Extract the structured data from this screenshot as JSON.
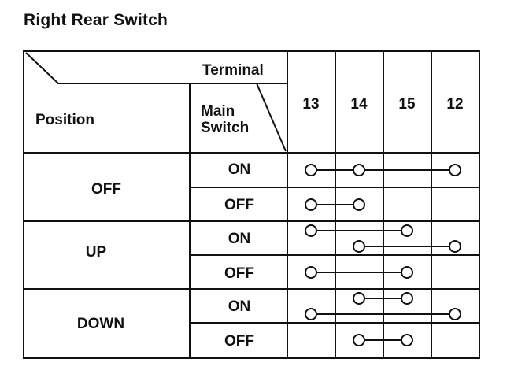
{
  "title": "Right Rear Switch",
  "header": {
    "terminal_label": "Terminal",
    "position_label": "Position",
    "main_switch_line1": "Main",
    "main_switch_line2": "Switch",
    "terminals": [
      "13",
      "14",
      "15",
      "12"
    ]
  },
  "positions": [
    {
      "label": "OFF",
      "rows": [
        {
          "main_switch": "ON",
          "connections": [
            [
              "13",
              "14",
              "12"
            ]
          ]
        },
        {
          "main_switch": "OFF",
          "connections": [
            [
              "13",
              "14"
            ]
          ]
        }
      ]
    },
    {
      "label": "UP",
      "rows": [
        {
          "main_switch": "ON",
          "connections": [
            [
              "13",
              "15"
            ],
            [
              "14",
              "12"
            ]
          ]
        },
        {
          "main_switch": "OFF",
          "connections": [
            [
              "13",
              "15"
            ]
          ]
        }
      ]
    },
    {
      "label": "DOWN",
      "rows": [
        {
          "main_switch": "ON",
          "connections": [
            [
              "14",
              "15"
            ],
            [
              "13",
              "12"
            ]
          ]
        },
        {
          "main_switch": "OFF",
          "connections": [
            [
              "14",
              "15"
            ]
          ]
        }
      ]
    }
  ]
}
